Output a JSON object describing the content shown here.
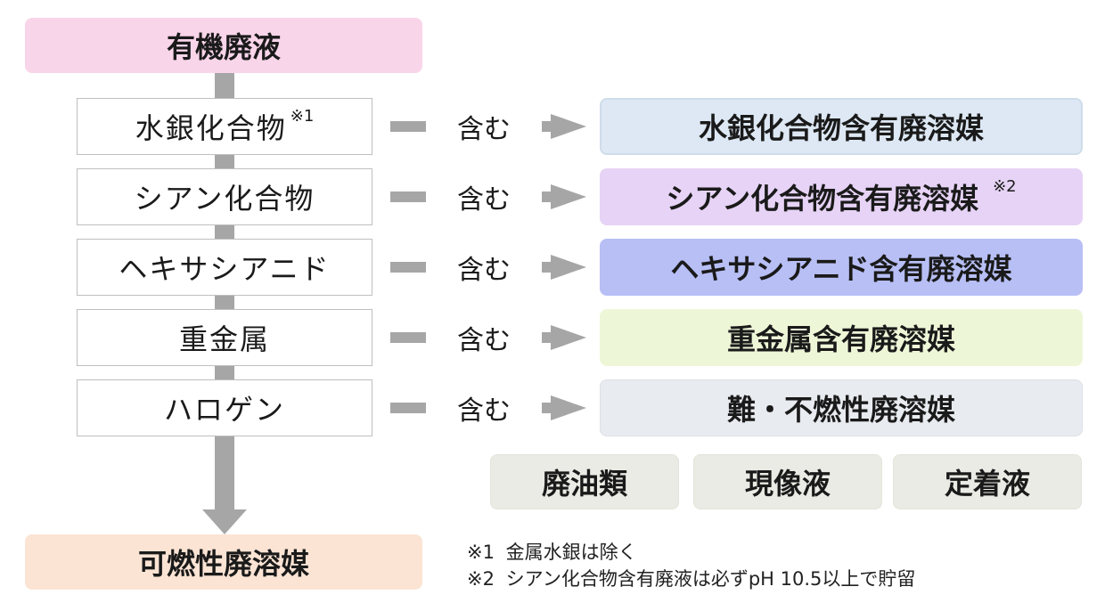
{
  "top_box": "有機廃液",
  "bottom_box": "可燃性廃溶媒",
  "connector_label": "含む",
  "rows": [
    {
      "left": "水銀化合物",
      "left_note": "※1",
      "right": "水銀化合物含有廃溶媒",
      "right_note": "",
      "color": "#dde8f4"
    },
    {
      "left": "シアン化合物",
      "left_note": "",
      "right": "シアン化合物含有廃溶媒",
      "right_note": "※2",
      "color": "#e6d3f5"
    },
    {
      "left": "ヘキサシアニド",
      "left_note": "",
      "right": "ヘキサシアニド含有廃溶媒",
      "right_note": "",
      "color": "#b7bff5"
    },
    {
      "left": "重金属",
      "left_note": "",
      "right": "重金属含有廃溶媒",
      "right_note": "",
      "color": "#eef6d8"
    },
    {
      "left": "ハロゲン",
      "left_note": "",
      "right": "難・不燃性廃溶媒",
      "right_note": "",
      "color": "#e8ebef"
    }
  ],
  "other_boxes": [
    "廃油類",
    "現像液",
    "定着液"
  ],
  "notes": [
    {
      "mark": "※1",
      "text": "金属水銀は除く"
    },
    {
      "mark": "※2",
      "text": "シアン化合物含有廃液は必ずpH 10.5以上で貯留"
    }
  ]
}
